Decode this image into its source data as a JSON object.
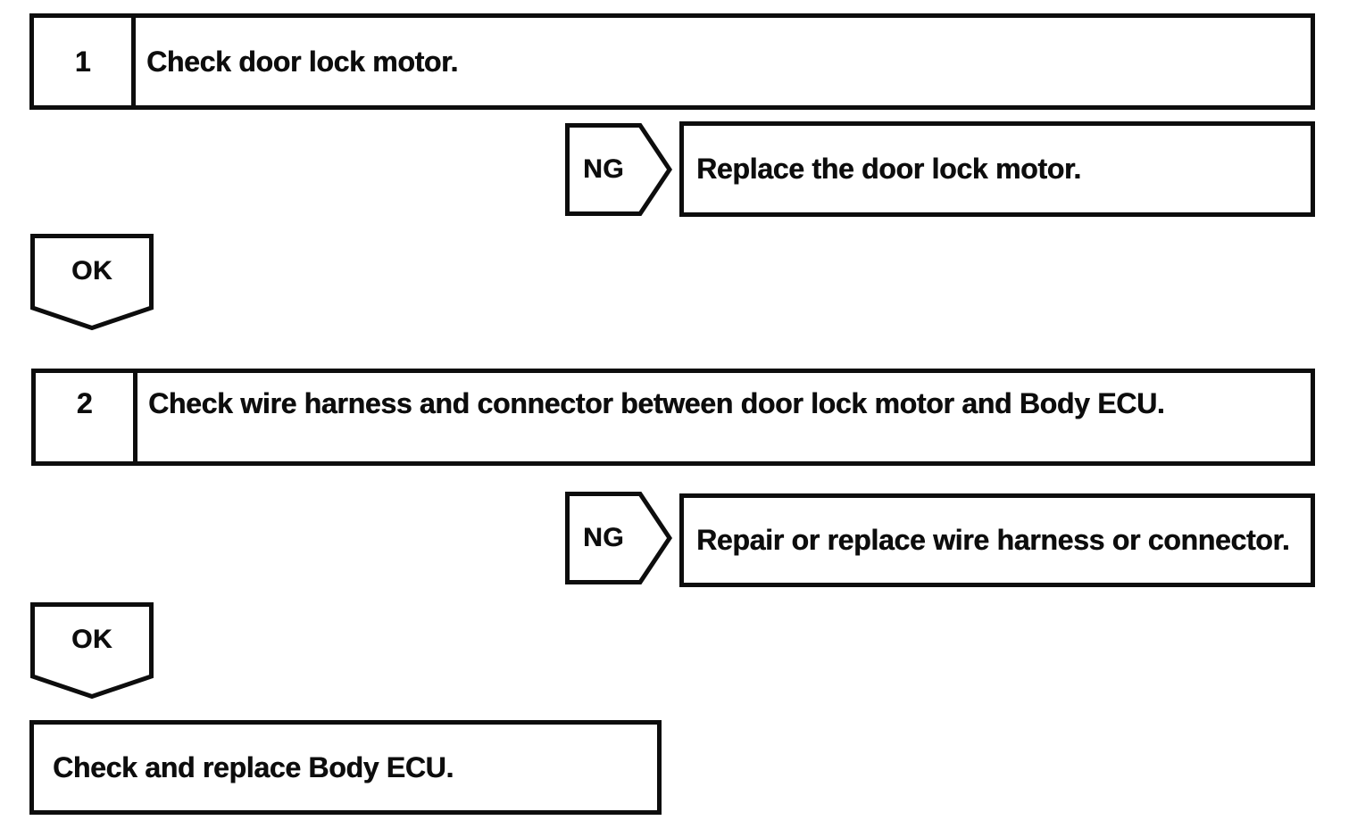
{
  "colors": {
    "ink": "#0d0d0d",
    "paper": "#ffffff"
  },
  "flow": {
    "steps": [
      {
        "number": "1",
        "title": "Check door lock motor."
      },
      {
        "number": "2",
        "title": "Check wire harness and connector between door lock motor and Body ECU."
      }
    ],
    "branches": [
      {
        "tag": "NG",
        "result": "Replace the door lock motor."
      },
      {
        "tag": "NG",
        "result": "Repair or replace wire harness or connector."
      }
    ],
    "ok_labels": [
      "OK",
      "OK"
    ],
    "final_action": "Check and replace Body ECU."
  }
}
